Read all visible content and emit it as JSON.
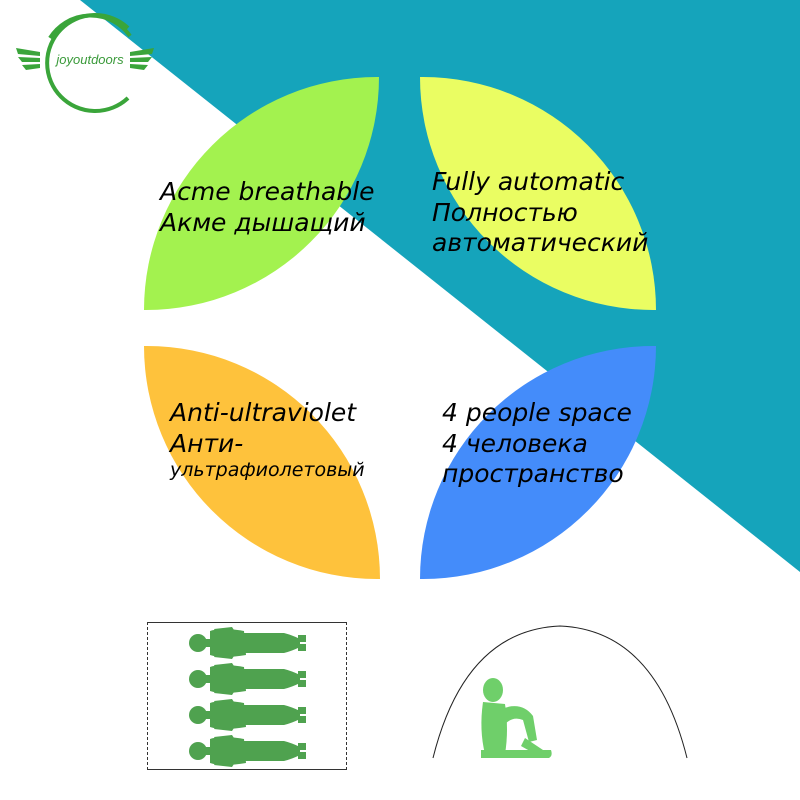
{
  "brand": {
    "logo_text": "joyoutdoors"
  },
  "colors": {
    "teal": "#15a4bb",
    "green_panel": "#a3f24f",
    "yellow_panel": "#eafd62",
    "orange_panel": "#fec23c",
    "blue_panel": "#448cfa",
    "figure_green": "#4fa24f",
    "figure_light_green": "#6fcf6a"
  },
  "features": [
    {
      "line1": "Acme breathable",
      "line2": "Акме дышащий"
    },
    {
      "line1": "Fully automatic",
      "line2": "Полностью",
      "line3": "автоматический"
    },
    {
      "line1": "Anti-ultraviolet",
      "line2": "Анти-",
      "line3": "ультрафиолетовый"
    },
    {
      "line1": "4 people space",
      "line2": "4 человека",
      "line3": "пространство"
    }
  ],
  "icons": {
    "logo": "wing-circle-logo-icon",
    "sleeping_people": "lying-person-icon",
    "dome_tent": "dome-tent-icon",
    "sitting_person": "sitting-person-icon"
  }
}
